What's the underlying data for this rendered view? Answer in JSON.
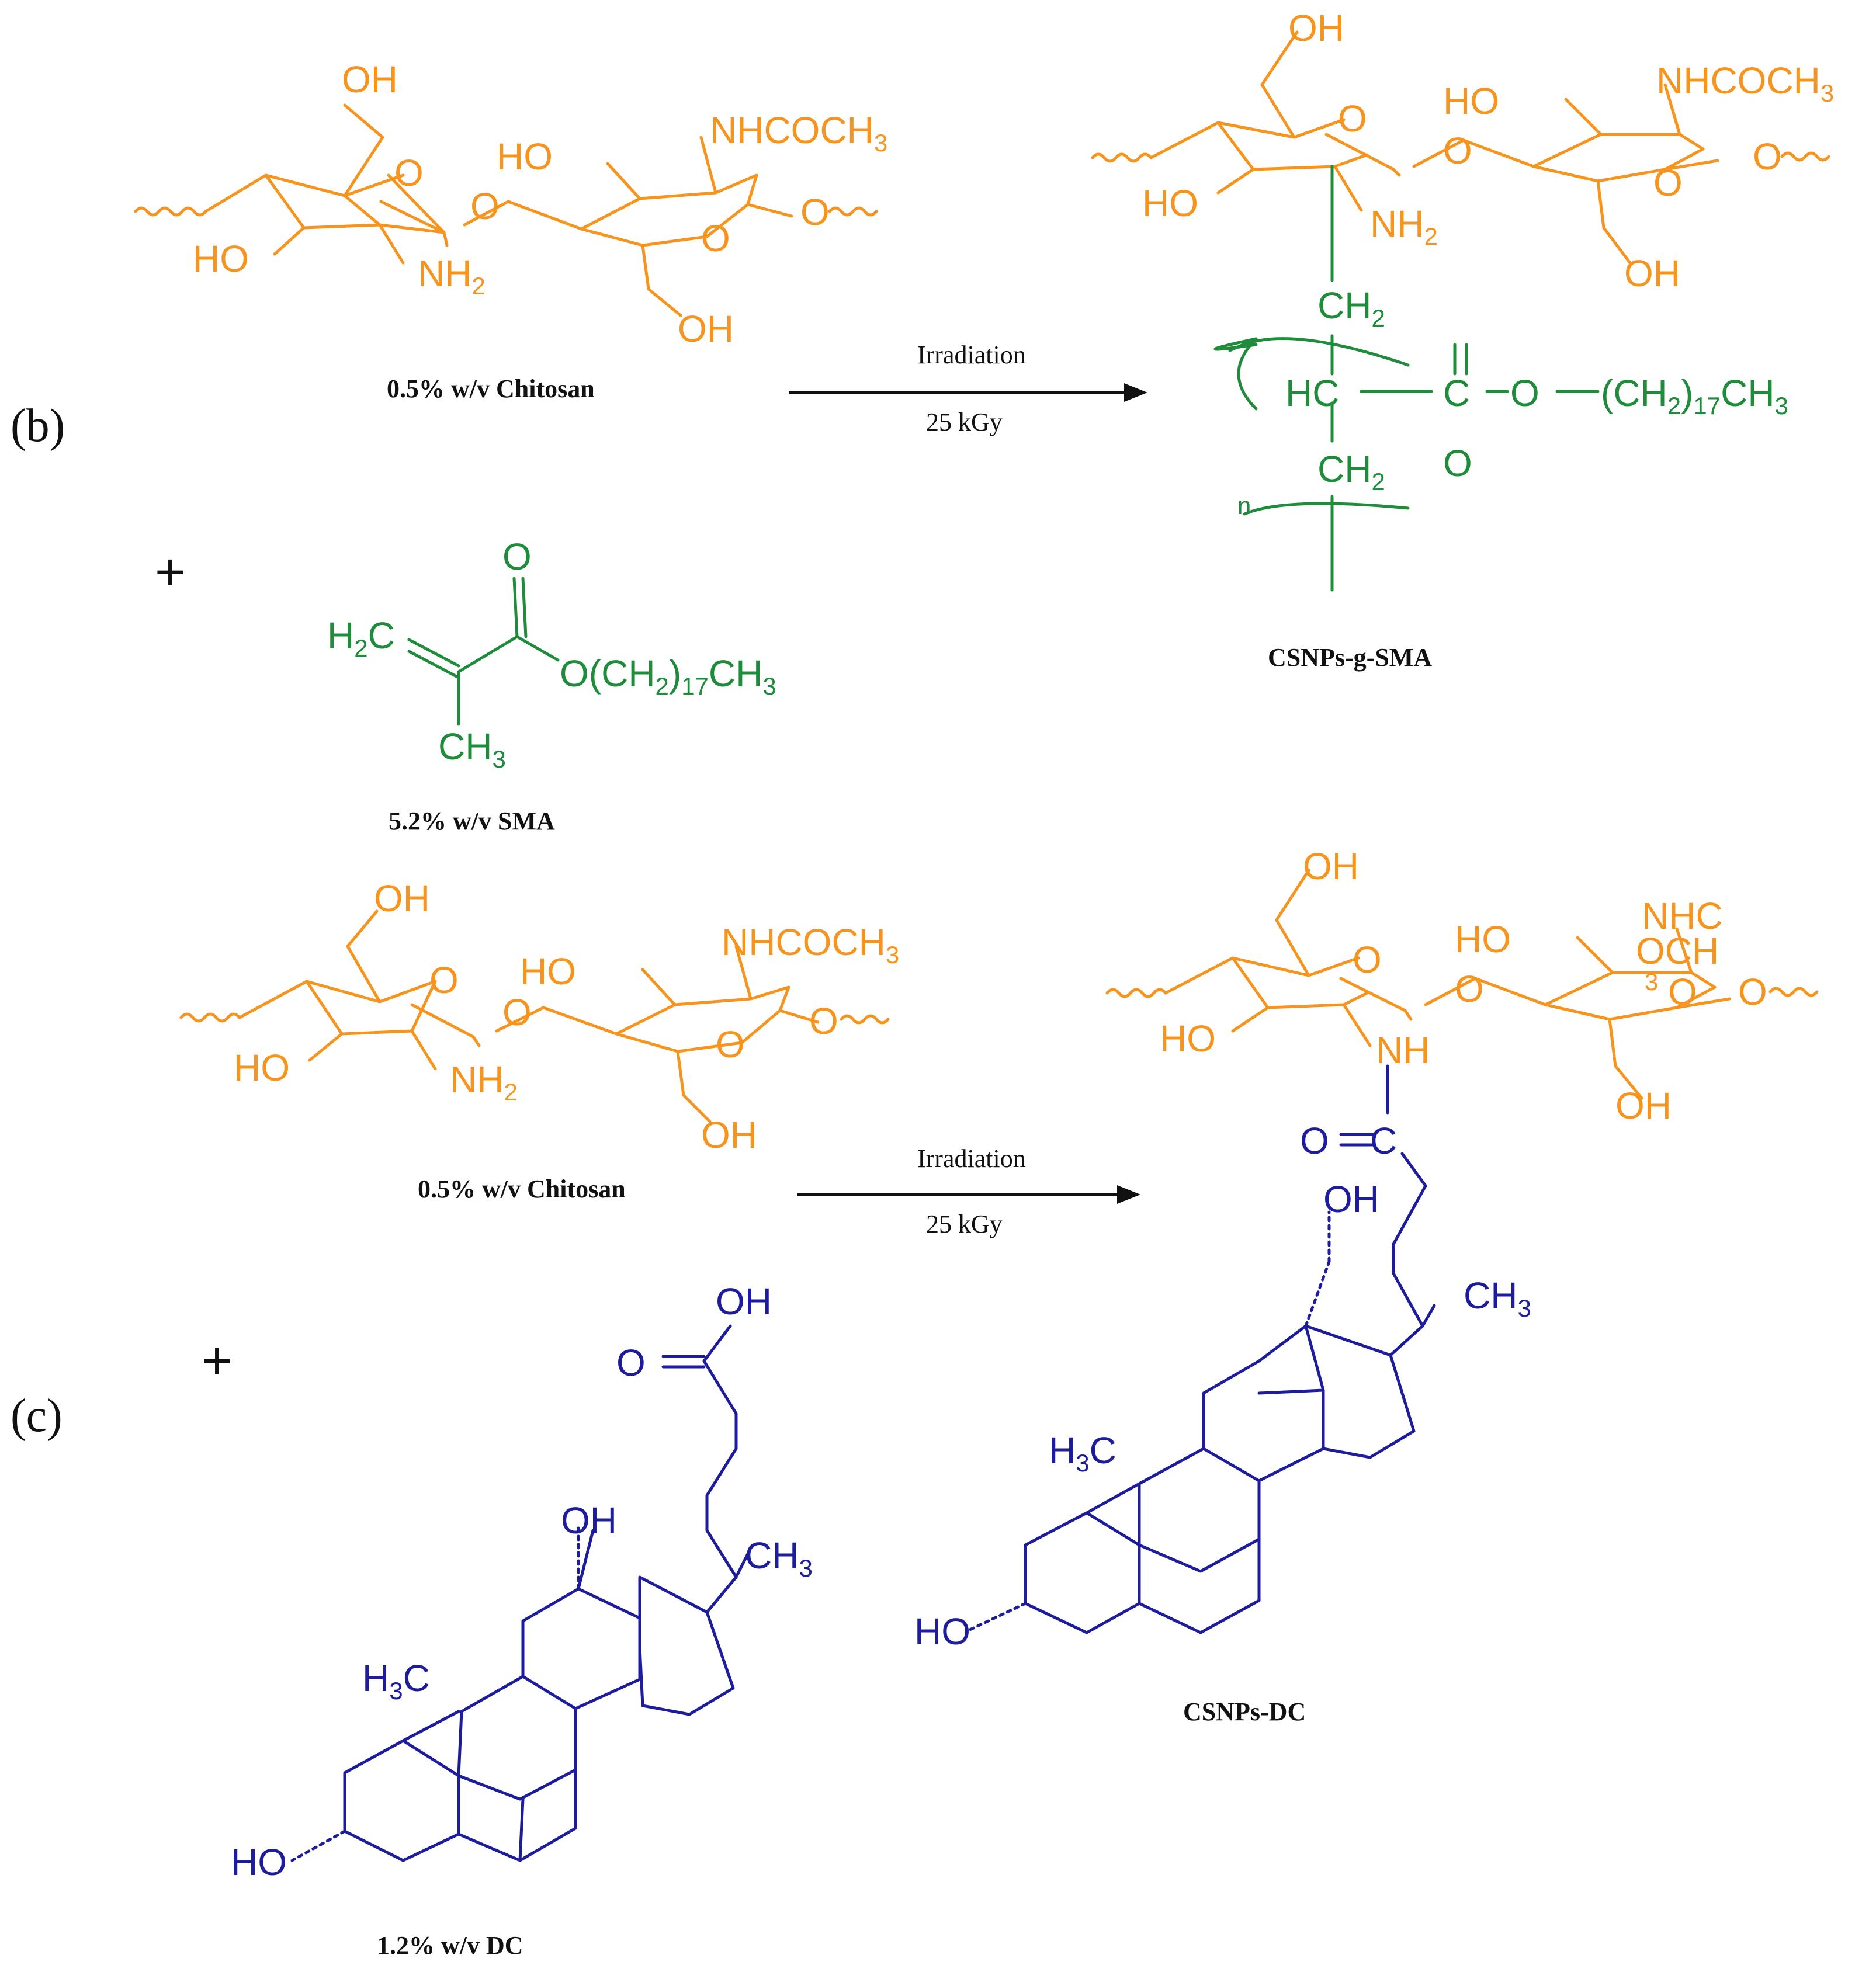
{
  "panels": {
    "b": "(b)",
    "c": "(c)"
  },
  "plus": "+",
  "reaction_b": {
    "chitosan_label": "0.5% w/v Chitosan",
    "sma_label": "5.2% w/v SMA",
    "product_label": "CSNPs-g-SMA",
    "condition_top": "Irradiation",
    "condition_bottom": "25 kGy"
  },
  "reaction_c": {
    "chitosan_label": "0.5% w/v Chitosan",
    "dc_label": "1.2% w/v DC",
    "product_label": "CSNPs-DC",
    "condition_top": "Irradiation",
    "condition_bottom": "25 kGy"
  },
  "atoms": {
    "OH": "OH",
    "HO": "HO",
    "O": "O",
    "NH": "NH",
    "NH2": "NH",
    "NHCOCH3": "NHCOCH",
    "NHC": "NHC",
    "OCH": "OCH",
    "sub2": "2",
    "sub3": "3",
    "sub17": "17",
    "CH2": "CH",
    "HC": "HC",
    "C": "C",
    "CH3": "CH",
    "H3C_H": "H",
    "H3C_C": "C",
    "H2C_H": "H",
    "H2C_C": "C",
    "ester_chain_open": "(CH",
    "ester_chain_close": ")",
    "O_chain_open": "O(CH",
    "n": "n"
  },
  "colors": {
    "chitosan": "#F7941D",
    "sma": "#1E8C3A",
    "deoxycholate": "#1C1C9C",
    "text": "#111111"
  }
}
